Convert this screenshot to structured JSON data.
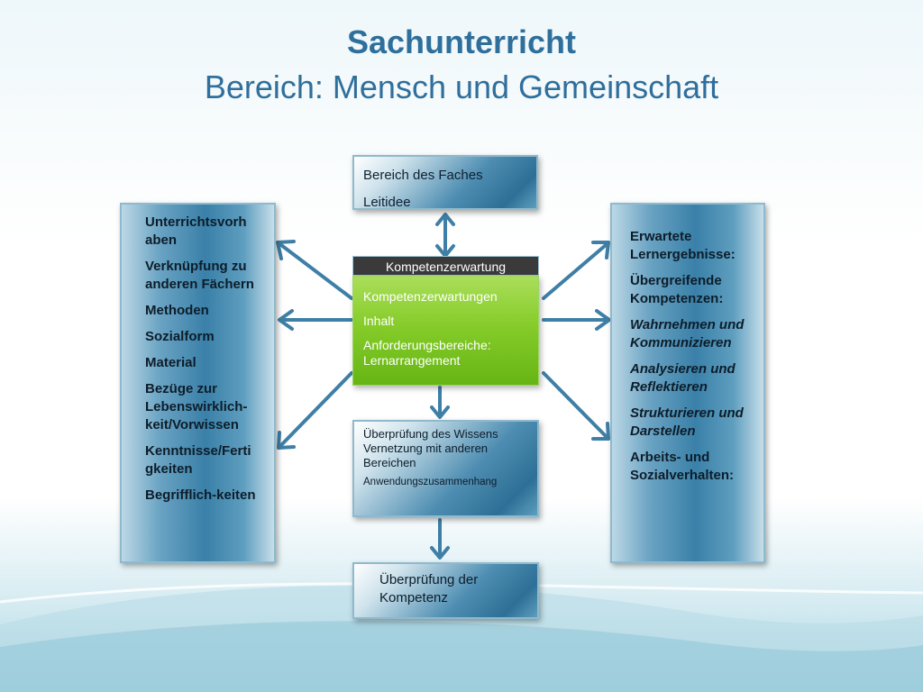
{
  "title": {
    "line1": "Sachunterricht",
    "line2": "Bereich: Mensch und Gemeinschaft"
  },
  "top_box": {
    "lines": [
      "Bereich des Faches",
      "Leitidee"
    ]
  },
  "left_box": {
    "items": [
      "Unterrichtsvorh aben",
      "Verknüpfung zu anderen Fächern",
      "Methoden",
      "Sozialform",
      "Material",
      "Bezüge zur Lebenswirklich-keit/Vorwissen",
      "Kenntnisse/Ferti gkeiten",
      "Begrifflich-keiten"
    ]
  },
  "center": {
    "header": "Kompetenzerwartung",
    "lines": [
      "Kompetenzerwartungen",
      "Inhalt",
      "Anforderungsbereiche: Lernarrangement"
    ]
  },
  "right_box": {
    "items": [
      "Erwartete Lernergebnisse:",
      "Übergreifende Kompetenzen:",
      "Wahrnehmen und Kommunizieren",
      "Analysieren und Reflektieren",
      "Strukturieren und Darstellen",
      "Arbeits- und Sozialverhalten:"
    ]
  },
  "mid_box": {
    "lines": [
      "Überprüfung des Wissens",
      "Vernetzung mit anderen Bereichen",
      "Anwendungszusammenhang"
    ]
  },
  "bottom_box": {
    "text": "Überprüfung der Kompetenz"
  },
  "colors": {
    "title": "#2f6f9c",
    "arrow": "#3f7fa6",
    "center_green": "#7cc322",
    "header_dark": "#3a3a3a"
  }
}
